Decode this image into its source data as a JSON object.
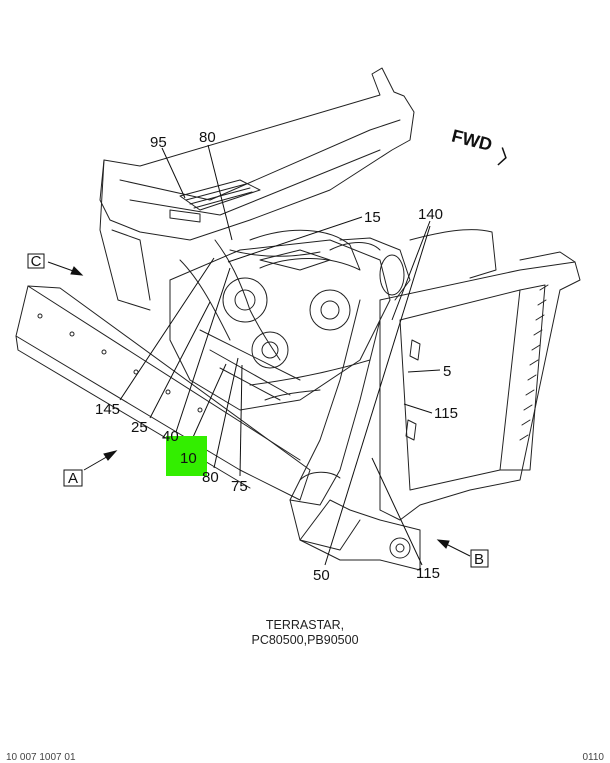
{
  "callouts": {
    "c95": "95",
    "c80a": "80",
    "c15": "15",
    "c140": "140",
    "c5": "5",
    "c115a": "115",
    "c145": "145",
    "c25": "25",
    "c40": "40",
    "c10": "10",
    "c80b": "80",
    "c75": "75",
    "c50": "50",
    "c115b": "115"
  },
  "view_labels": {
    "a": "A",
    "b": "B",
    "c": "C"
  },
  "direction_label": "FWD",
  "caption": {
    "line1": "TERRASTAR,",
    "line2": "PC80500,PB90500"
  },
  "footer": {
    "left": "10 007 1007 01",
    "right": "0110"
  },
  "colors": {
    "highlight": "#33ee00",
    "line": "#111111",
    "background": "#ffffff"
  }
}
